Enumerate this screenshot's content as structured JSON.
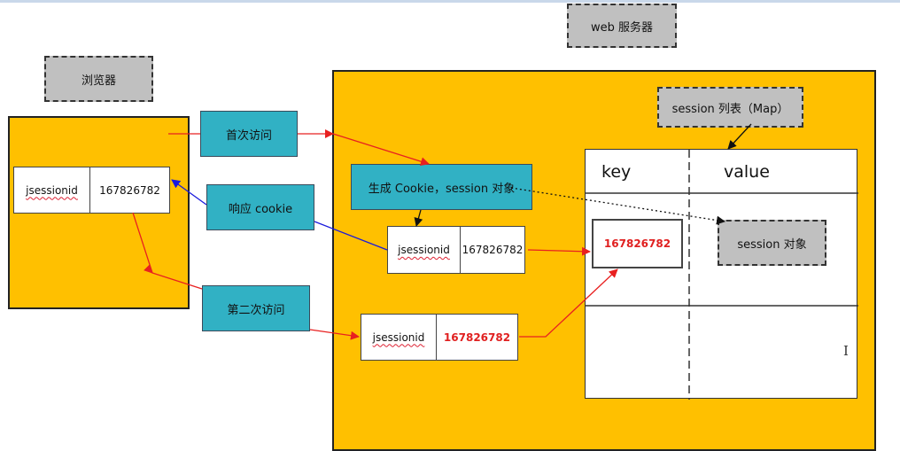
{
  "labels": {
    "browser": "浏览器",
    "web_server": "web 服务器",
    "session_list": "session 列表（Map）",
    "session_object": "session 对象"
  },
  "steps": {
    "first_visit": "首次访问",
    "response_cookie": "响应 cookie",
    "create": "生成 Cookie，session 对象",
    "second_visit": "第二次访问"
  },
  "session_entry": {
    "key": "jsessionid",
    "value": "167826782"
  },
  "map": {
    "key_header": "key",
    "value_header": "value",
    "stored_key": "167826782"
  },
  "colors": {
    "panel": "#ffc000",
    "step_box": "#31b1c4",
    "label_box": "#c0c0c0",
    "request_arrow": "#e82020",
    "response_arrow": "#1a1adc"
  }
}
